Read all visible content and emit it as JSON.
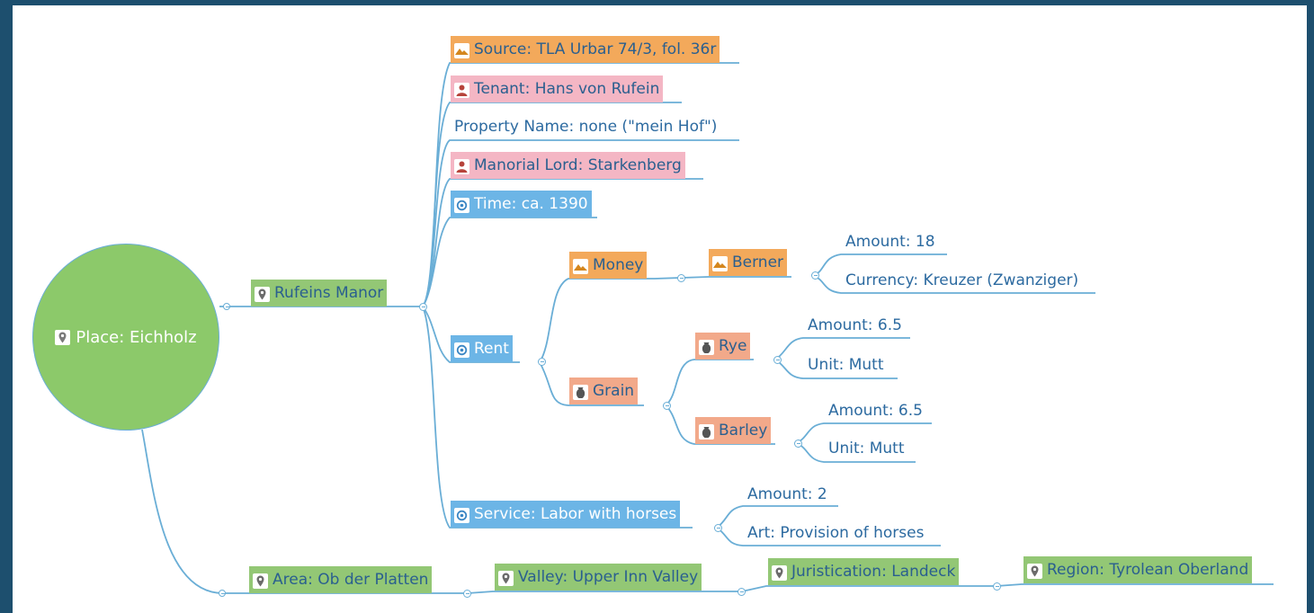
{
  "colors": {
    "link": "#6aaed6",
    "orange": "#f3a95b",
    "pink": "#f4b6c4",
    "green": "#93c775",
    "blue": "#6cb5e6",
    "salmon": "#f2a98a",
    "circle": "#8cc96a",
    "frame": "#1d4f6e"
  },
  "root": {
    "label": "Place: Eichholz",
    "icon": "map-pin-icon"
  },
  "nodes": {
    "rufeins": {
      "label": "Rufeins Manor",
      "icon": "map-pin-icon"
    },
    "source": {
      "label": "Source: TLA Urbar 74/3, fol. 36r",
      "icon": "mountain-icon"
    },
    "tenant": {
      "label": "Tenant: Hans von Rufein",
      "icon": "person-icon"
    },
    "property": {
      "label": "Property Name: none (\"mein Hof\")"
    },
    "lord": {
      "label": "Manorial Lord: Starkenberg",
      "icon": "person-icon"
    },
    "time": {
      "label": "Time: ca. 1390",
      "icon": "cycle-icon"
    },
    "rent": {
      "label": "Rent",
      "icon": "cycle-icon"
    },
    "money": {
      "label": "Money",
      "icon": "mountain-icon"
    },
    "berner": {
      "label": "Berner",
      "icon": "mountain-icon"
    },
    "amount18": {
      "label": "Amount: 18"
    },
    "currency": {
      "label": "Currency: Kreuzer (Zwanziger)"
    },
    "grain": {
      "label": "Grain",
      "icon": "pot-icon"
    },
    "rye": {
      "label": "Rye",
      "icon": "pot-icon"
    },
    "ryeAmount": {
      "label": "Amount: 6.5"
    },
    "ryeUnit": {
      "label": "Unit: Mutt"
    },
    "barley": {
      "label": "Barley",
      "icon": "pot-icon"
    },
    "barleyAmount": {
      "label": "Amount: 6.5"
    },
    "barleyUnit": {
      "label": "Unit: Mutt"
    },
    "service": {
      "label": "Service: Labor with horses",
      "icon": "cycle-icon"
    },
    "serviceAmount": {
      "label": "Amount: 2"
    },
    "serviceArt": {
      "label": "Art: Provision of horses"
    },
    "area": {
      "label": "Area: Ob der Platten",
      "icon": "map-pin-icon"
    },
    "valley": {
      "label": "Valley: Upper Inn Valley",
      "icon": "map-pin-icon"
    },
    "juris": {
      "label": "Juristication: Landeck",
      "icon": "map-pin-icon"
    },
    "region": {
      "label": "Region: Tyrolean Oberland",
      "icon": "map-pin-icon"
    }
  }
}
